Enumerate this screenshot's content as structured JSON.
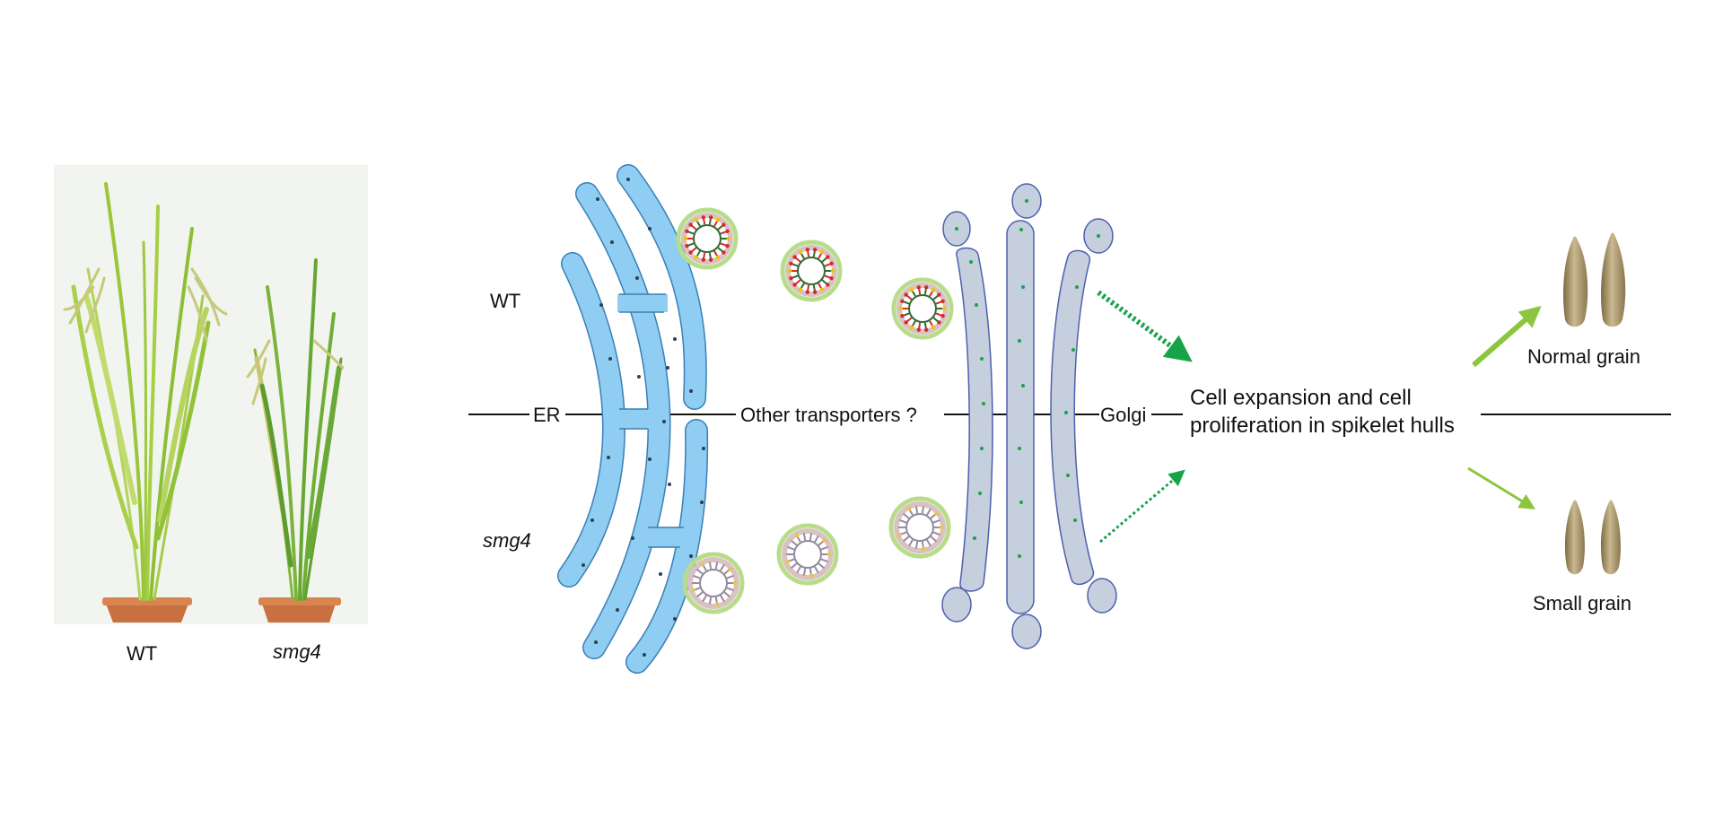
{
  "photo": {
    "labels": {
      "wt": "WT",
      "mutant": "smg4"
    },
    "background_color": "#f1f4ef"
  },
  "rows": {
    "top": "WT",
    "bottom": "smg4"
  },
  "organelles": {
    "er": "ER",
    "other_transporters": "Other transporters ?",
    "golgi": "Golgi"
  },
  "outcome": {
    "line1": "Cell expansion and cell",
    "line2": "proliferation in spikelet hulls"
  },
  "grains": {
    "normal": "Normal grain",
    "small": "Small grain"
  },
  "colors": {
    "er_fill": "#8fcdf2",
    "er_stroke": "#3a7fb5",
    "golgi_fill": "#c5cfdd",
    "golgi_stroke": "#4f5fae",
    "arrow_dark_green": "#17a34a",
    "arrow_light_green": "#8cc63f",
    "grain_color": "#b4a27a"
  },
  "icons": {
    "vesicle_wt": "vesicle-with-cargo-icon",
    "vesicle_smg4": "vesicle-reduced-cargo-icon",
    "plant": "rice-plant-icon",
    "grain": "rice-grain-icon"
  }
}
